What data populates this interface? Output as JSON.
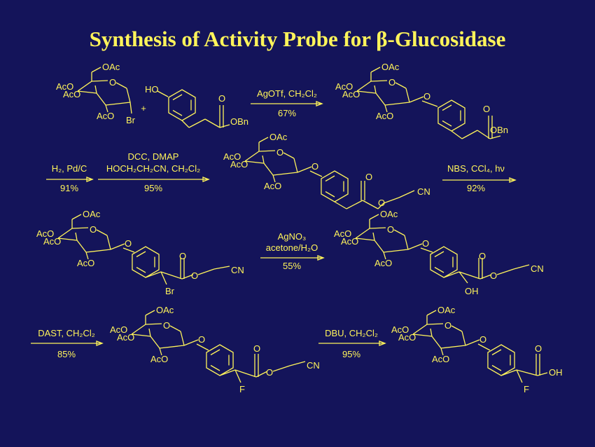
{
  "title": "Synthesis of Activity Probe for β-Glucosidase",
  "colors": {
    "background": "#14145a",
    "foreground": "#fff45a"
  },
  "atoms": {
    "OAc": "OAc",
    "AcO": "AcO",
    "O": "O",
    "Br": "Br",
    "HO": "HO",
    "OBn": "OBn",
    "CN": "CN",
    "OH": "OH",
    "F": "F",
    "plus": "+"
  },
  "steps": {
    "s1": {
      "reagents": "AgOTf, CH₂Cl₂",
      "yield": "67%"
    },
    "s2": {
      "reagents": "H₂, Pd/C",
      "yield": "91%"
    },
    "s3": {
      "reagents_line1": "DCC, DMAP",
      "reagents_line2": "HOCH₂CH₂CN, CH₂Cl₂",
      "yield": "95%"
    },
    "s4": {
      "reagents": "NBS, CCl₄, hν",
      "yield": "92%"
    },
    "s5": {
      "reagents_line1": "AgNO₃",
      "reagents_line2": "acetone/H₂O",
      "yield": "55%"
    },
    "s6": {
      "reagents": "DAST, CH₂Cl₂",
      "yield": "85%"
    },
    "s7": {
      "reagents": "DBU, CH₂Cl₂",
      "yield": "95%"
    }
  }
}
